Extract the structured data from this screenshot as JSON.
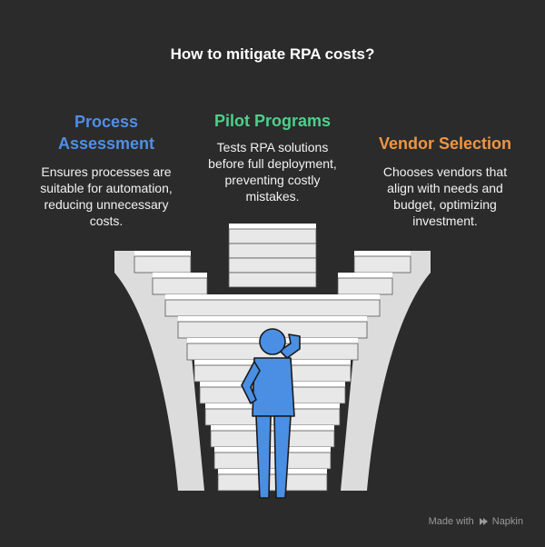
{
  "title": "How to mitigate RPA costs?",
  "columns": [
    {
      "heading_line1": "Process",
      "heading_line2": "Assessment",
      "description": [
        "Ensures processes are",
        "suitable for automation,",
        "reducing unnecessary",
        "costs."
      ],
      "color": "#4f8fe8"
    },
    {
      "heading_line1": "Pilot Programs",
      "description": [
        "Tests RPA solutions",
        "before full deployment,",
        "preventing costly",
        "mistakes."
      ],
      "color": "#4ecf8c"
    },
    {
      "heading_line1": "Vendor Selection",
      "description": [
        "Chooses vendors that",
        "align with needs and",
        "budget, optimizing",
        "investment."
      ],
      "color": "#f09642"
    }
  ],
  "footer": {
    "made_with": "Made with",
    "brand": "Napkin"
  },
  "colors": {
    "background": "#2b2b2b",
    "stairs_light": "#e6e6e6",
    "stairs_face": "#ffffff",
    "person": "#4a8fe3"
  }
}
